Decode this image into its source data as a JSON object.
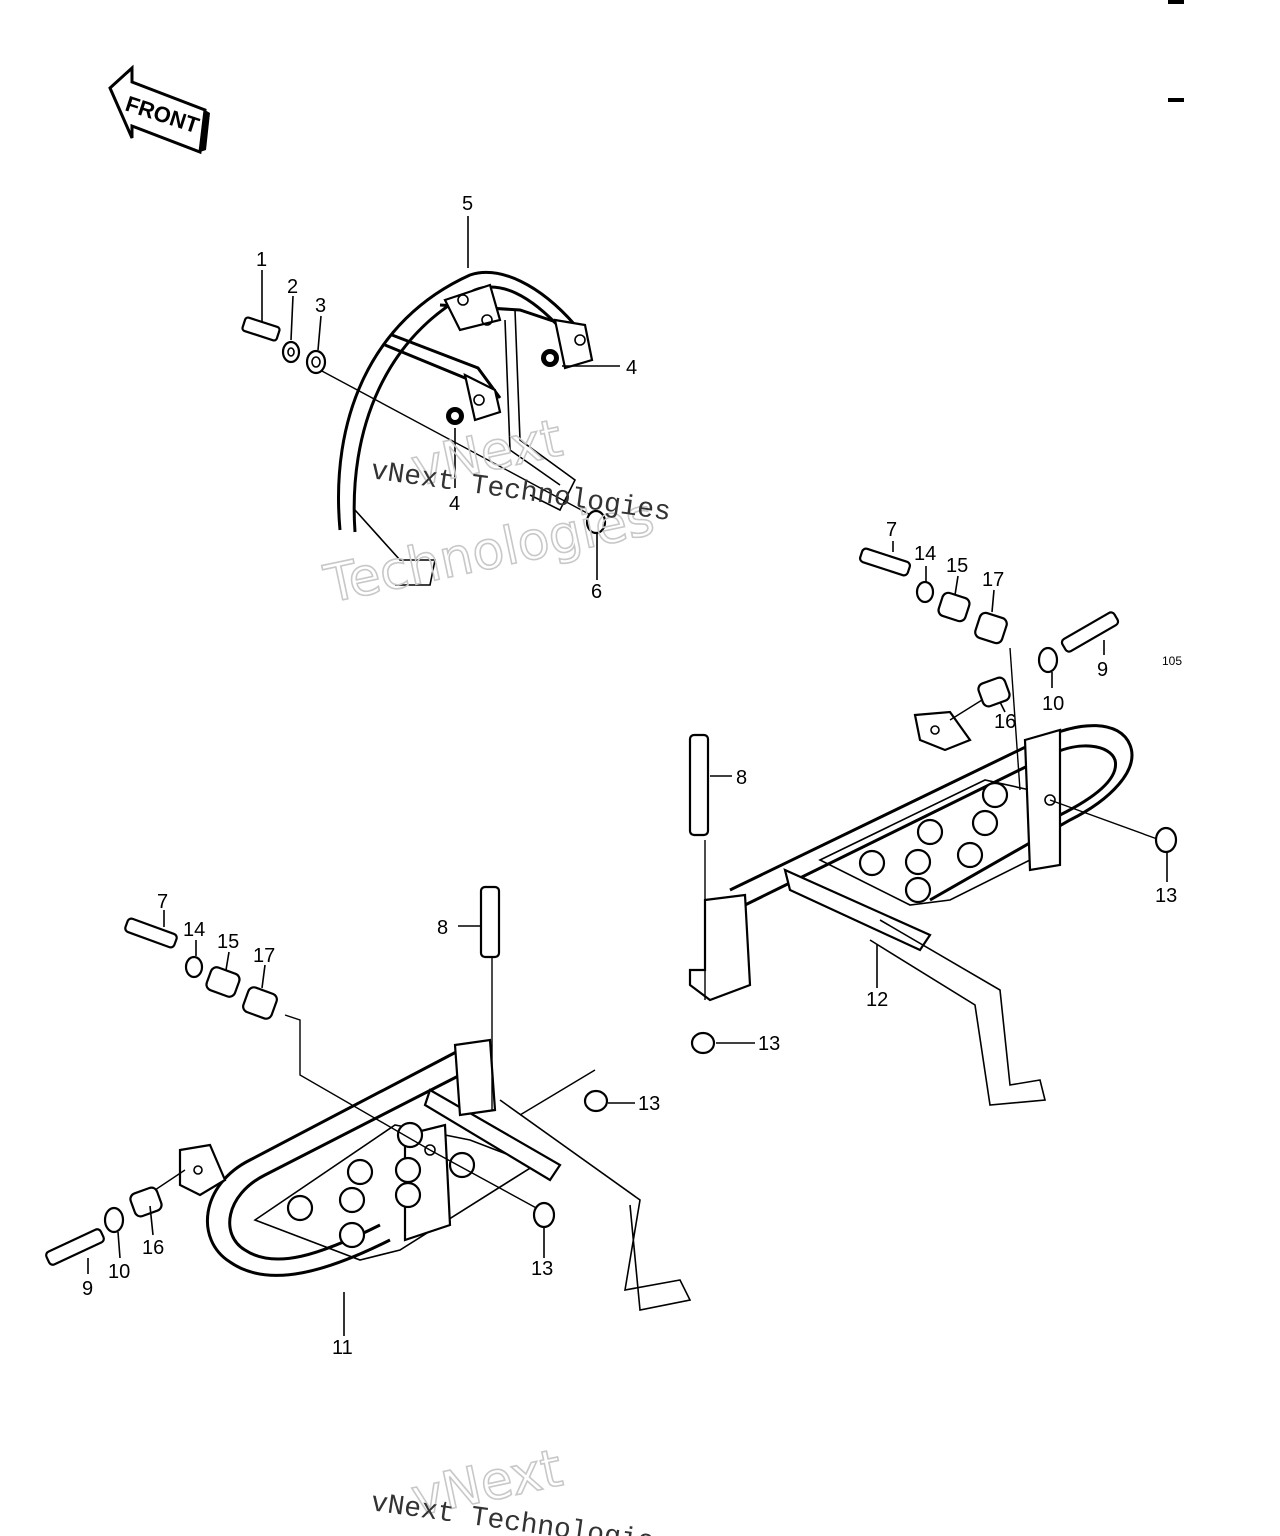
{
  "front_arrow": {
    "label": "FRONT"
  },
  "page_code": "105",
  "watermark": {
    "line1": "vNext",
    "line2": "Technologies",
    "serif": "vNext Technologies"
  },
  "callouts": [
    "1",
    "2",
    "3",
    "4",
    "4",
    "5",
    "6",
    "7",
    "14",
    "15",
    "17",
    "9",
    "10",
    "16",
    "8",
    "13",
    "12",
    "13",
    "7",
    "14",
    "15",
    "17",
    "8",
    "13",
    "13",
    "11",
    "9",
    "10",
    "16"
  ]
}
